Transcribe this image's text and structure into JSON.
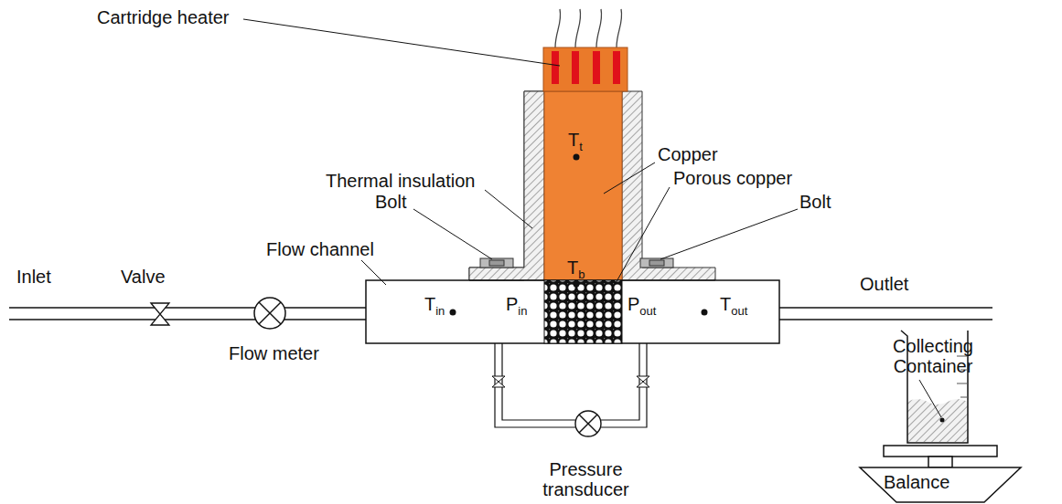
{
  "diagram": {
    "labels": [
      "Cartridge heater",
      "Tt",
      "Copper",
      "Thermal insulation",
      "Porous copper",
      "Bolt",
      "Bolt",
      "Tb",
      "Flow channel",
      "Inlet",
      "Valve",
      "Outlet",
      "Tin",
      "Pin",
      "Pout",
      "Tout",
      "Flow meter",
      "Collecting Container",
      "Pressure transducer",
      "Balance"
    ]
  }
}
